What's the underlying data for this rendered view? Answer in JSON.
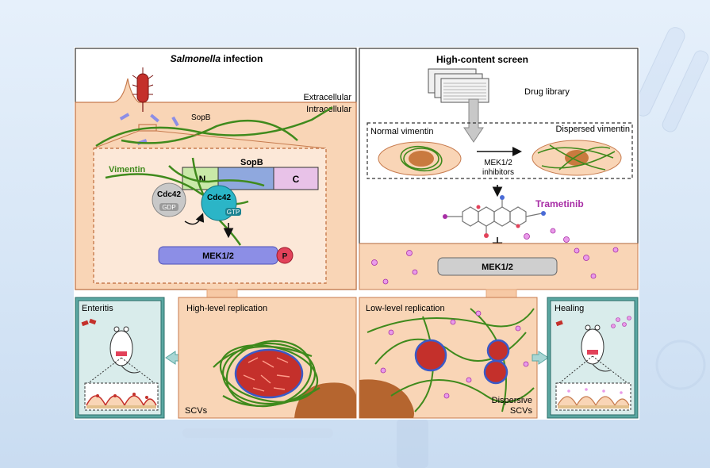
{
  "left_top": {
    "title_italic": "Salmonella",
    "title_rest": " infection",
    "extracellular": "Extracellular",
    "intracellular": "Intracellular",
    "sopb_small": "SopB",
    "vimentin": "Vimentin",
    "sopb_big": "SopB",
    "domain_n": "N",
    "domain_c": "C",
    "cdc42_gdp": "Cdc42",
    "gdp": "GDP",
    "cdc42_gtp": "Cdc42",
    "gtp": "GTP",
    "mek": "MEK1/2",
    "p": "P"
  },
  "right_top": {
    "title": "High-content screen",
    "drug_library": "Drug library",
    "normal_vimentin": "Normal vimentin",
    "dispersed_vimentin": "Dispersed vimentin",
    "inhibitors_line1": "MEK1/2",
    "inhibitors_line2": "inhibitors",
    "trametinib": "Trametinib",
    "mek": "MEK1/2"
  },
  "bottom": {
    "enteritis": "Enteritis",
    "high_level": "High-level replication",
    "scvs": "SCVs",
    "low_level": "Low-level replication",
    "dispersive_line1": "Dispersive",
    "dispersive_line2": "SCVs",
    "healing": "Healing"
  },
  "colors": {
    "cell": "#f9d5b6",
    "cell_stroke": "#c77b4e",
    "vimentin": "#3f8a1c",
    "mek": "#8c8ee6",
    "phospho": "#e2425a",
    "teal": "#5aa7a2",
    "trametinib": "#a82ea6"
  }
}
